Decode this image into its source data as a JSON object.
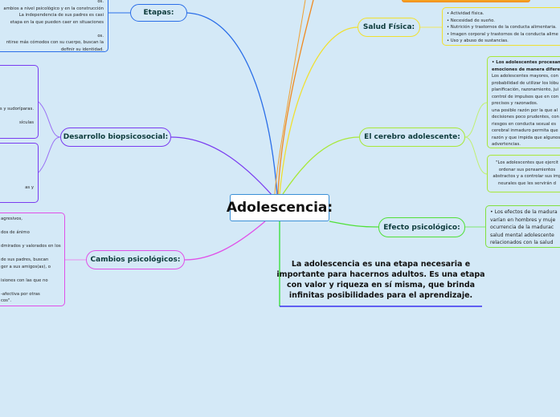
{
  "central": {
    "title": "Adolescencia:"
  },
  "branches": {
    "etapas": {
      "label": "Etapas:",
      "color": "#2a6ee8",
      "box_lines": [
        "os.",
        "ambios a nivel psicológico y en la construcción",
        "La independencia de sus padres es casi",
        "etapa en la que pueden caer en situaciones",
        "",
        "os.",
        "ntirse más cómodos con su cuerpo, buscan la",
        "definir su identidad."
      ]
    },
    "desarrollo": {
      "label": "Desarrollo biopsicosocial:",
      "color": "#7a3cf0",
      "box1_lines": [
        "s y sudoríparas.",
        "",
        "sículas"
      ],
      "box2_lines": [
        "as y"
      ]
    },
    "cambios": {
      "label": "Cambios psicológicos:",
      "color": "#e050e8",
      "box_lines": [
        "agresivos,",
        "",
        "dos de ánimo",
        "",
        "dmirados y valorados en los",
        "",
        "de sus padres, buscan",
        "ger a sus amigos(as), o",
        "",
        "isiones con las que no",
        "",
        "-afectiva por otras",
        "cos\"."
      ]
    },
    "salud": {
      "label": "Salud Física:",
      "color": "#f0e030",
      "box_lines": [
        "• Actividad física.",
        "• Necesidad de sueño.",
        "• Nutrición y trastornos de la conducta alimentaria.",
        "• Imagen corporal y trastornos de la conducta alime",
        "• Uso y abuso de sustancias."
      ]
    },
    "cerebro": {
      "label": "El cerebro adolescente:",
      "color": "#a8e838",
      "box1_bold": [
        "• Los adolescentes procesan",
        "emociones de manera difere"
      ],
      "box1_lines": [
        "Los adolescentes mayores, con",
        "probabilidad de utilizar los lóbu",
        "planificación, razonamiento, jui",
        "control de impulsos que en con",
        "precisos y razonados.",
        "una posible razón por la que al",
        "decisiones poco prudentes, con",
        "riesgos en conducta sexual es",
        "cerebral inmaduro permita que",
        "razón y que impida que algunos",
        "advertencias."
      ],
      "box2_lines": [
        "\"Los adolescentes que ejercit",
        "ordenar sus pensamientos",
        "abstractos y a controlar sus imp",
        "neurales que les servirán d"
      ]
    },
    "efecto": {
      "label": "Efecto psicológico:",
      "color": "#50e038",
      "box_lines": [
        "• Los efectos de la madura",
        "varían en hombres y muje",
        "ocurrencia de la madurac",
        "salud mental adolescente",
        "relacionados con la salud"
      ]
    }
  },
  "conclusion": "La adolescencia es una etapa necesaria e importante para hacernos adultos. Es una etapa con valor y riqueza en sí misma, que brinda infinitas posibilidades para el aprendizaje."
}
